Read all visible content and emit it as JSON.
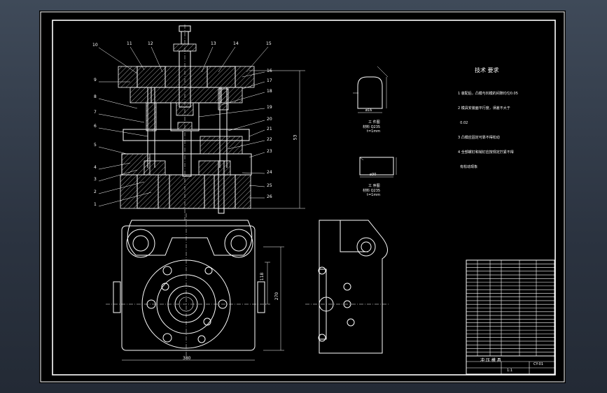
{
  "drawing": {
    "callouts_left": [
      "10",
      "9",
      "8",
      "7",
      "6",
      "5",
      "4",
      "3",
      "2",
      "1"
    ],
    "callouts_top": [
      "11",
      "12",
      "13",
      "14",
      "15"
    ],
    "callouts_right": [
      "16",
      "17",
      "18",
      "19",
      "20",
      "21",
      "22",
      "23",
      "24",
      "25",
      "26"
    ],
    "tech_title": "技术 要求",
    "tech_notes": [
      "1 装配后，凸模与凹模的间隙均匀0.05",
      "2 模具安装面平行度，误差不大于",
      "  0.02",
      "3 凸模应固定可靠不得松动",
      "4 全部螺钉和销钉应按规定拧紧不得",
      "  有松动现象"
    ],
    "workpiece1": {
      "label": "工 件图",
      "material": "材料 Q235",
      "thickness": "t=1mm",
      "dim": "ø16"
    },
    "workpiece2": {
      "label": "工 序图",
      "material": "材料 Q235",
      "thickness": "t=1mm",
      "dim": "ø30"
    },
    "dim_height": "53",
    "dim_width": "380",
    "dim_v1": "118",
    "dim_v2": "270",
    "title_block": {
      "heading": "冲 压 模 具",
      "drawing_no": "CY-01",
      "scale": "1:1",
      "rows": 26
    },
    "colors": {
      "background": "#000000",
      "line": "#ffffff",
      "frame": "#b0b8c4"
    }
  }
}
